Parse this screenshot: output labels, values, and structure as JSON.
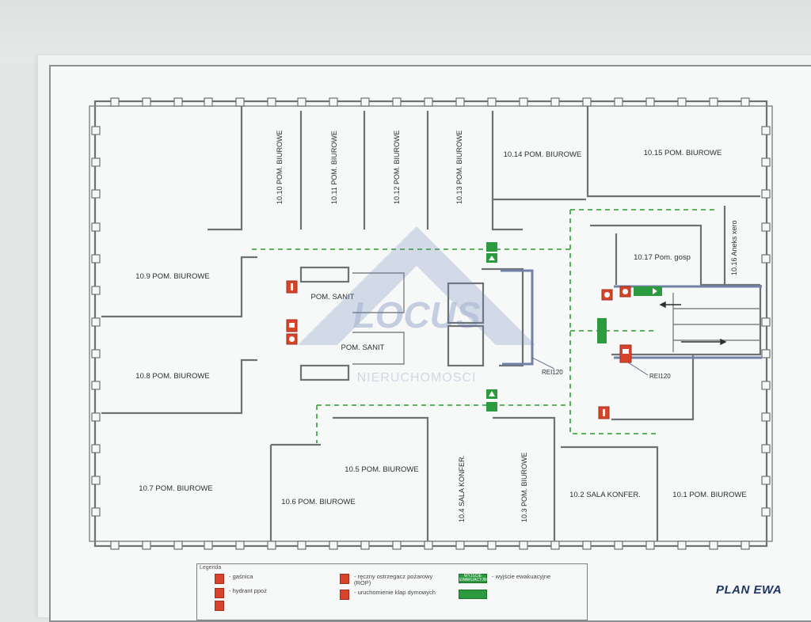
{
  "rooms": {
    "r10_1": "10.1 POM. BIUROWE",
    "r10_2": "10.2 SALA KONFER.",
    "r10_3": "10.3 POM. BIUROWE",
    "r10_4": "10.4 SALA KONFER.",
    "r10_5": "10.5 POM. BIUROWE",
    "r10_6": "10.6 POM. BIUROWE",
    "r10_7": "10.7 POM. BIUROWE",
    "r10_8": "10.8 POM. BIUROWE",
    "r10_9": "10.9 POM. BIUROWE",
    "r10_10": "10.10 POM. BIUROWE",
    "r10_11": "10.11 POM. BIUROWE",
    "r10_12": "10.12 POM. BIUROWE",
    "r10_13": "10.13 POM. BIUROWE",
    "r10_14": "10.14 POM. BIUROWE",
    "r10_15": "10.15 POM. BIUROWE",
    "r10_16": "10.16 Aneks xero",
    "r10_17": "10.17 Pom. gosp",
    "sanit_1": "POM. SANIT",
    "sanit_2": "POM. SANIT"
  },
  "fire_rating": {
    "left": "REI120",
    "right": "REI120"
  },
  "watermark": {
    "brand": "LOCUS",
    "sub": "NIERUCHOMOSCI"
  },
  "legend": {
    "title": "Legenda",
    "extinguisher": "- gaśnica",
    "hydrant": "- hydrant ppoż",
    "rop": "- ręczny ostrzegacz pożarowy (ROP)",
    "smoke": "- uruchomienie klap dymowych",
    "exit_sign_text": "WYJŚCIE EWAKUACYJNE",
    "exit": "- wyjście ewakuacyjne"
  },
  "plan_title": "PLAN EWA",
  "colors": {
    "exit_green": "#44a844",
    "safety_red": "#d6452b",
    "wall": "#6f7274",
    "title_blue": "#1f3563"
  }
}
